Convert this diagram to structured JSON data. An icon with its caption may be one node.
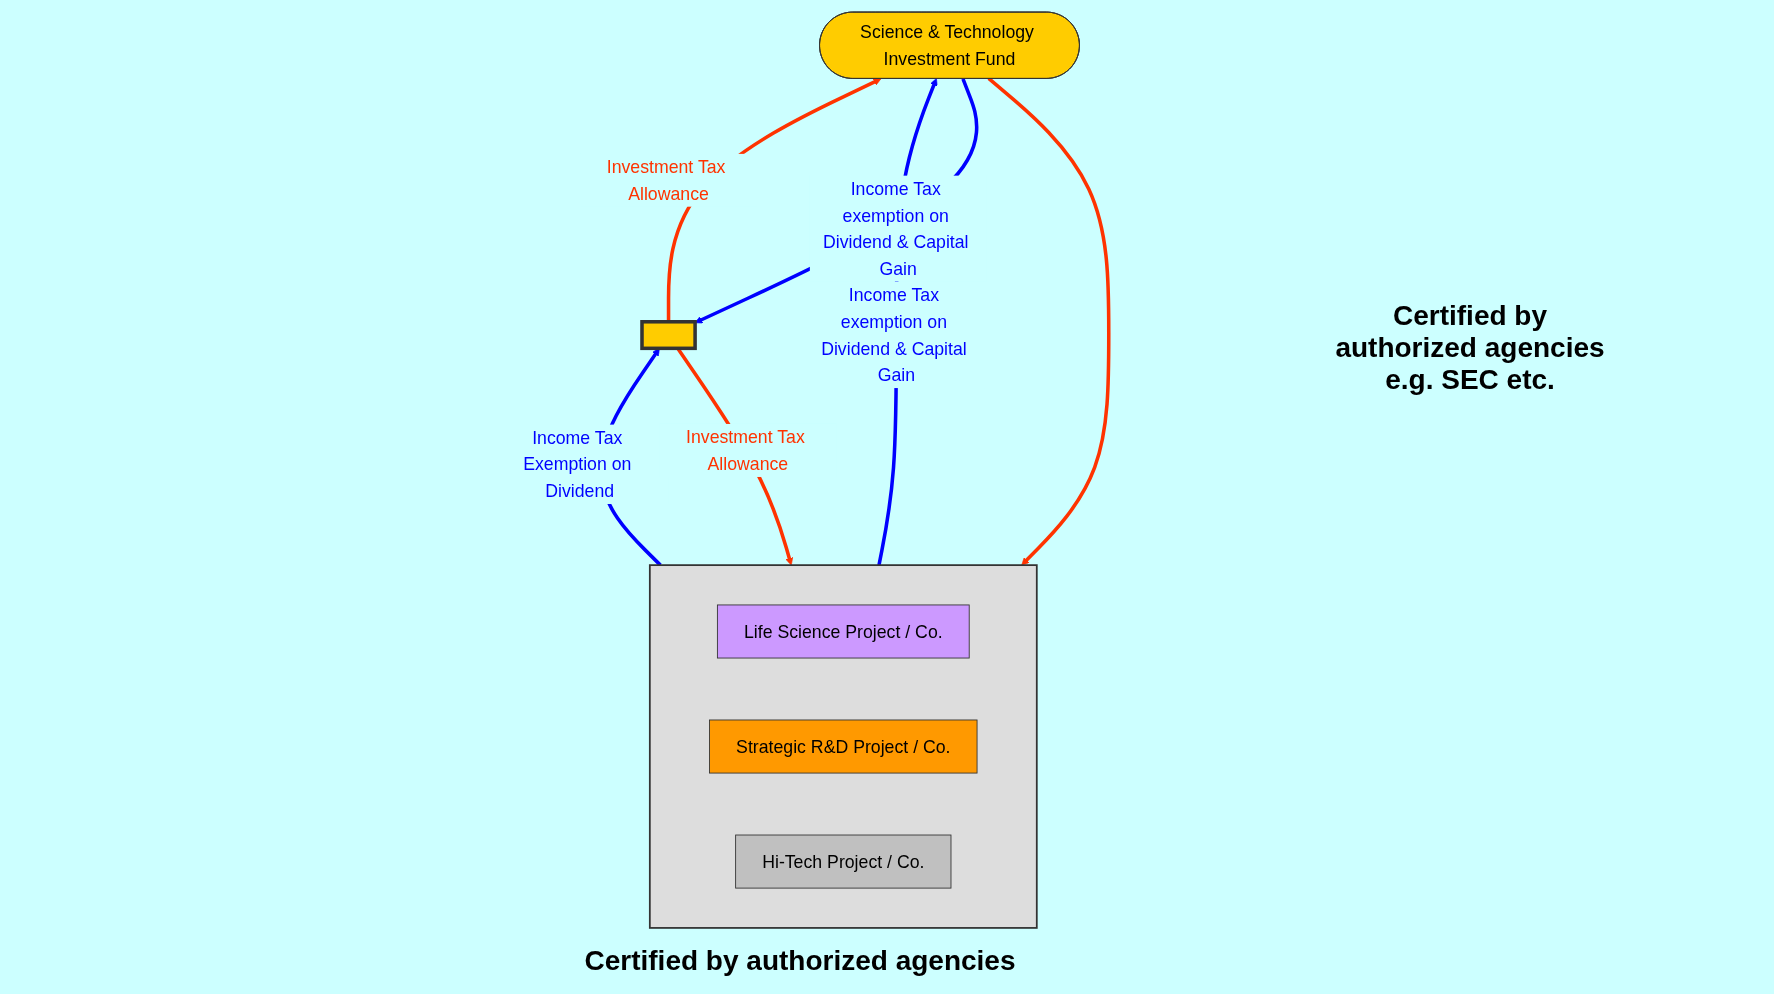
{
  "diagram": {
    "nodes": [
      {
        "text": [],
        "shape": "bar"
      },
      {
        "text": [
          "Science & Technology Investment Fund"
        ]
      },
      {
        "text": [],
        "shape": "box"
      },
      {
        "text": [
          "Life Science Project / Co."
        ],
        "in": 2
      },
      {
        "text": [
          "Strategic R&D Project / Co."
        ],
        "in": 2
      },
      {
        "text": [
          "Hi-Tech Project / Co."
        ],
        "in": 2
      }
    ],
    "edges": [
      {
        "from": 2,
        "to": 0,
        "arrow": "to",
        "label": "Income Tax Exemption on Dividend",
        "color": "#0000ff"
      },
      {
        "from": 0,
        "to": 2,
        "arrow": "to",
        "label": "Investment Tax Allowance",
        "color": "#ff3300"
      },
      {
        "from": 1,
        "to": 0,
        "arrow": "to",
        "label": "Income Tax exemption on Dividend & Capital Gain",
        "color": "#0000ff"
      },
      {
        "from": 0,
        "to": 1,
        "arrow": "to",
        "label": "Investment Tax Allowance",
        "color": "#ff3300"
      },
      {
        "from": 2,
        "to": 1,
        "arrow": "to",
        "label": "Income Tax exemption on Dividend & Capital Gain",
        "color": "#0000ff"
      },
      {
        "from": 1,
        "to": 2,
        "arrow": "to",
        "color": "#ff3300"
      }
    ],
    "labels": [
      "Certified by authorized agencies e.g. SEC etc.",
      "Certified by authorized agencies"
    ]
  }
}
